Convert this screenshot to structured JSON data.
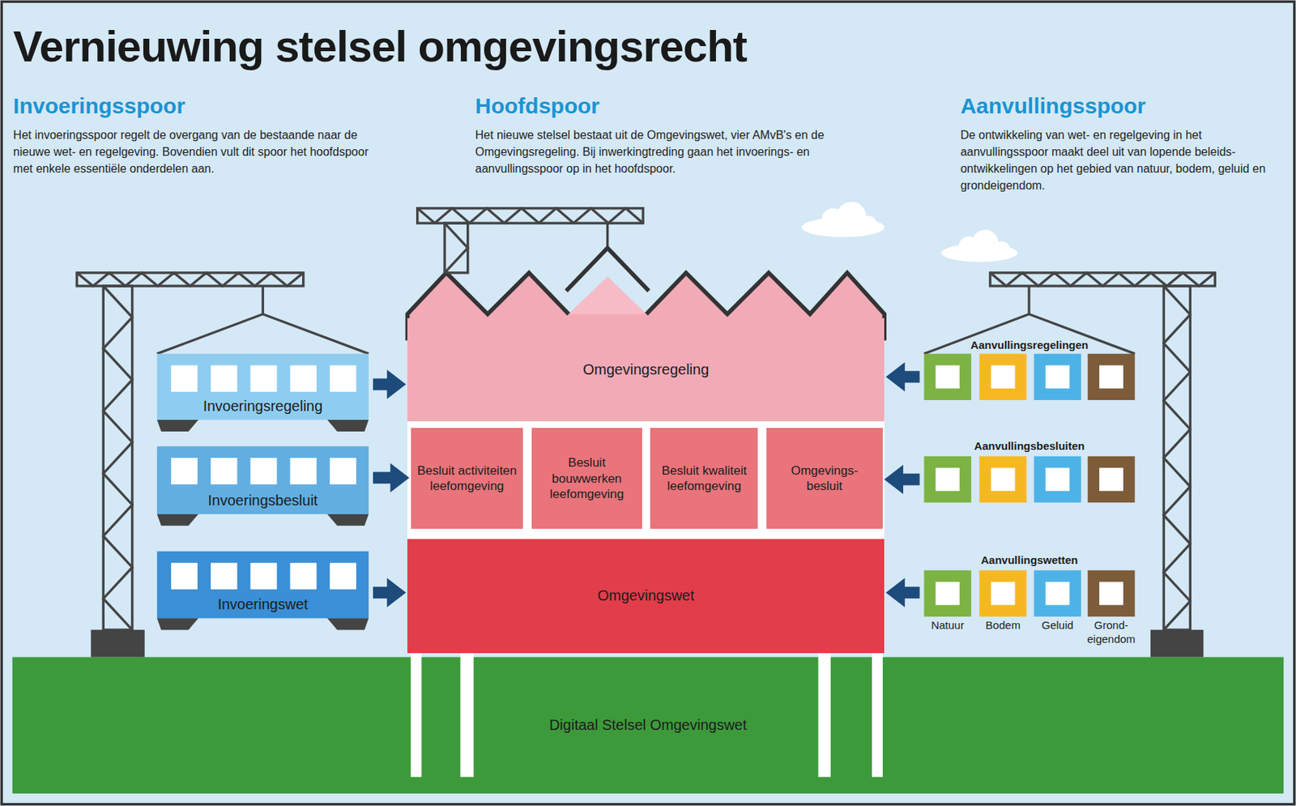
{
  "diagram": {
    "title": "Vernieuwing stelsel omgevingsrecht",
    "nodes": [
      {
        "text": [
          "Invoeringsregeling"
        ]
      },
      {
        "text": [
          "Invoeringsbesluit"
        ]
      },
      {
        "text": [
          "Invoeringswet"
        ]
      },
      {
        "text": [
          "Omgevingsregeling"
        ]
      },
      {
        "text": [
          "Besluit activiteiten leefomgeving"
        ]
      },
      {
        "text": [
          "Besluit bouwwerken leefomgeving"
        ]
      },
      {
        "text": [
          "Besluit kwaliteit leefomgeving"
        ]
      },
      {
        "text": [
          "Omgevings- besluit"
        ]
      },
      {
        "text": [
          "Omgevingswet"
        ]
      },
      {
        "text": [
          "Aanvullingsregelingen"
        ]
      },
      {
        "text": [
          "Aanvullingsbesluiten"
        ]
      },
      {
        "text": [
          "Aanvullingswetten"
        ]
      },
      {
        "text": [
          "Natuur"
        ],
        "in": 11
      },
      {
        "text": [
          "Bodem"
        ],
        "in": 11
      },
      {
        "text": [
          "Geluid"
        ],
        "in": 11
      },
      {
        "text": [
          "Grond- eigendom"
        ],
        "in": 11
      },
      {
        "text": [
          "Digitaal Stelsel Omgevingswet"
        ]
      }
    ],
    "edges": [
      {
        "from": 0,
        "to": 3,
        "arrow": "to"
      },
      {
        "from": 1,
        "to": 4,
        "arrow": "to"
      },
      {
        "from": 2,
        "to": 8,
        "arrow": "to"
      },
      {
        "from": 9,
        "to": 3,
        "arrow": "to"
      },
      {
        "from": 10,
        "to": 7,
        "arrow": "to"
      },
      {
        "from": 11,
        "to": 8,
        "arrow": "to"
      }
    ],
    "labels": [
      "Invoeringsspoor",
      "Het invoeringsspoor regelt de overgang van de bestaande naar de nieuwe wet- en regelgeving. Bovendien vult dit spoor het hoofdspoor met enkele essentiële onderdelen aan.",
      "Hoofdspoor",
      "Het nieuwe stelsel bestaat uit de Omgevingswet, vier AMvB's en de Omgevingsregeling. Bij inwerkingtreding gaan het invoerings- en aanvullingsspoor op in het hoofdspoor.",
      "Aanvullingsspoor",
      "De ontwikkeling van wet- en regelgeving in het aanvullingsspoor maakt deel uit van lopende beleids- ontwikkelingen op het gebied van natuur, bodem, geluid en grondeigendom."
    ]
  }
}
